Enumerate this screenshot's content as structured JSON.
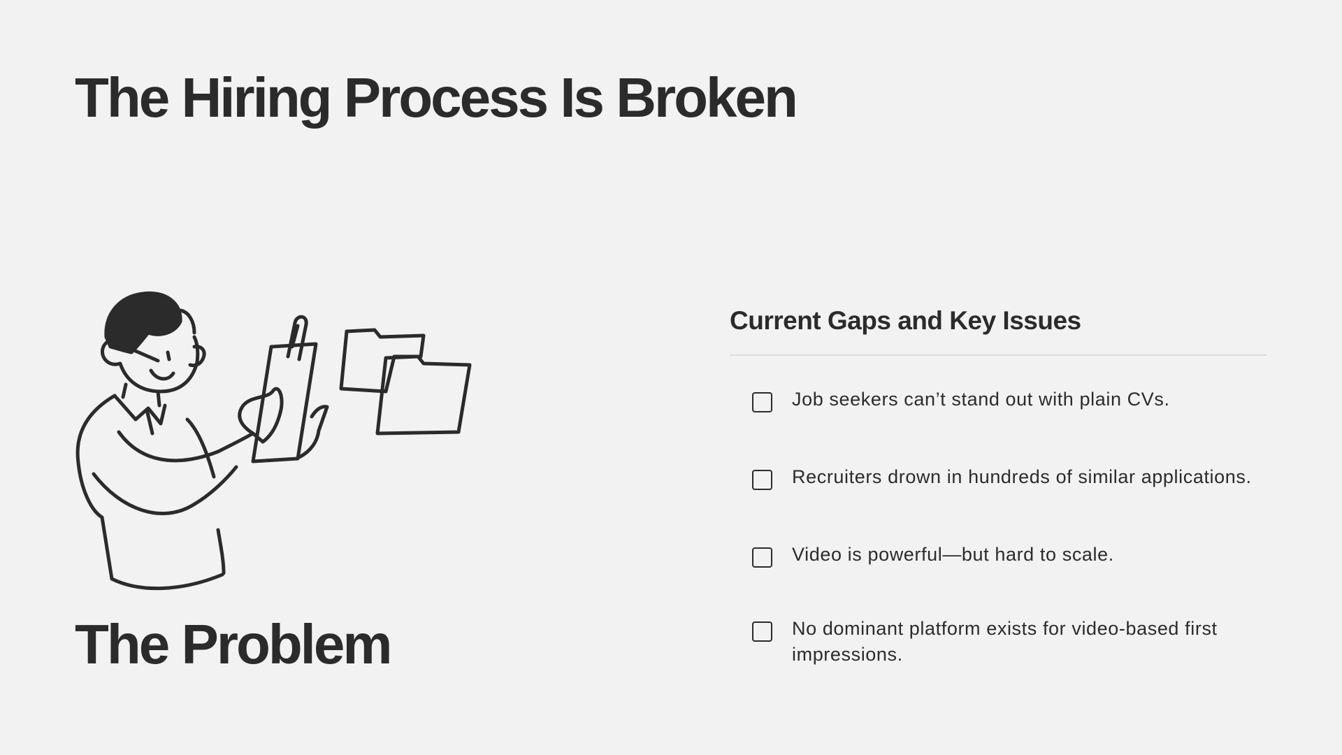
{
  "slide": {
    "title": "The Hiring Process Is Broken",
    "section_label": "The Problem"
  },
  "panel": {
    "heading": "Current Gaps and Key Issues",
    "items": [
      {
        "text": "Job seekers can’t stand out with plain CVs.",
        "checked": false
      },
      {
        "text": "Recruiters drown in hundreds of similar applications.",
        "checked": false
      },
      {
        "text": "Video is powerful—but hard to scale.",
        "checked": false
      },
      {
        "text": "No dominant platform exists for video-based first impressions.",
        "checked": false
      }
    ]
  },
  "illustration": {
    "icon": "person-holding-document-illustration",
    "secondary_icon": "folders-icon"
  },
  "colors": {
    "background": "#f2f2f2",
    "text": "#2b2b2b",
    "divider": "#dcdcdc"
  }
}
